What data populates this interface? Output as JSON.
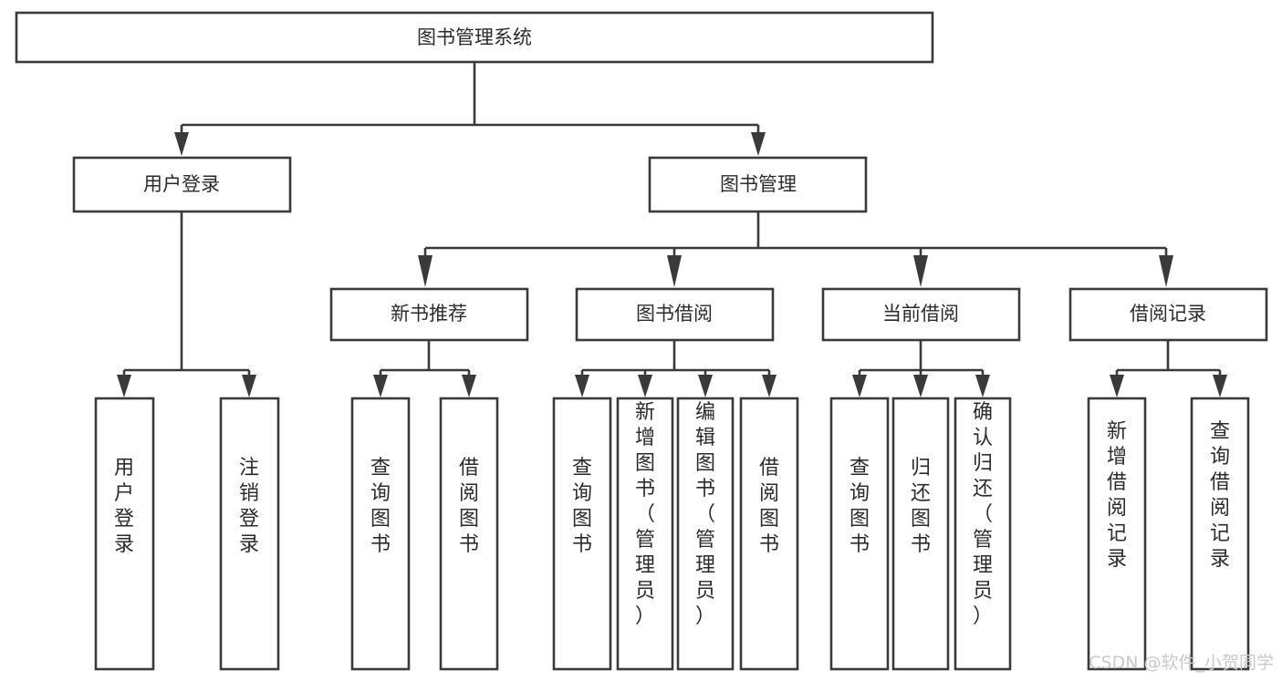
{
  "diagram": {
    "title": "图书管理系统",
    "type": "tree",
    "orientation": "top-down",
    "colors": {
      "box_fill": "#ffffff",
      "box_stroke": "#3a3a3a",
      "text": "#2b2b2b",
      "background": "#ffffff",
      "watermark": "#c9c9c9"
    },
    "root": {
      "id": "root",
      "label": "图书管理系统"
    },
    "level2": [
      {
        "id": "user-login",
        "label": "用户登录"
      },
      {
        "id": "book-manage",
        "label": "图书管理"
      }
    ],
    "level3": [
      {
        "id": "new-book-recommend",
        "label": "新书推荐",
        "parent": "book-manage"
      },
      {
        "id": "book-borrow",
        "label": "图书借阅",
        "parent": "book-manage"
      },
      {
        "id": "current-borrow",
        "label": "当前借阅",
        "parent": "book-manage"
      },
      {
        "id": "borrow-record",
        "label": "借阅记录",
        "parent": "book-manage"
      }
    ],
    "leaves": {
      "user-login": [
        {
          "id": "leaf-user-login",
          "label": "用户登录"
        },
        {
          "id": "leaf-user-logout",
          "label": "注销登录"
        }
      ],
      "new-book-recommend": [
        {
          "id": "leaf-query-book-1",
          "label": "查询图书"
        },
        {
          "id": "leaf-borrow-book-1",
          "label": "借阅图书"
        }
      ],
      "book-borrow": [
        {
          "id": "leaf-query-book-2",
          "label": "查询图书"
        },
        {
          "id": "leaf-add-book",
          "label": "新增图书（管理员）"
        },
        {
          "id": "leaf-edit-book",
          "label": "编辑图书（管理员）"
        },
        {
          "id": "leaf-borrow-book-2",
          "label": "借阅图书"
        }
      ],
      "current-borrow": [
        {
          "id": "leaf-query-book-3",
          "label": "查询图书"
        },
        {
          "id": "leaf-return-book",
          "label": "归还图书"
        },
        {
          "id": "leaf-confirm-return",
          "label": "确认归还（管理员）"
        }
      ],
      "borrow-record": [
        {
          "id": "leaf-add-record",
          "label": "新增借阅记录"
        },
        {
          "id": "leaf-query-record",
          "label": "查询借阅记录"
        }
      ]
    }
  },
  "watermark": {
    "label": "CSDN @软件_小贺同学"
  }
}
